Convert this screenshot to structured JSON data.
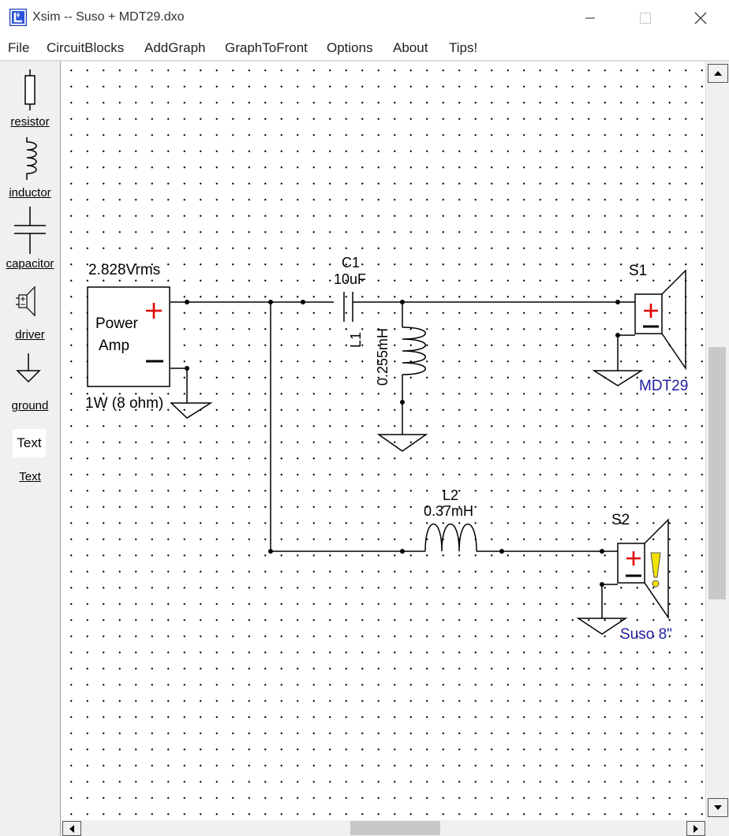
{
  "window": {
    "title": "Xsim -- Suso + MDT29.dxo",
    "minimize_icon": "minimize-icon",
    "maximize_icon": "maximize-icon",
    "close_icon": "close-icon"
  },
  "menu": {
    "items": [
      "File",
      "CircuitBlocks",
      "AddGraph",
      "GraphToFront",
      "Options",
      "About",
      "Tips!"
    ]
  },
  "palette": {
    "items": [
      {
        "label": "resistor",
        "icon": "resistor-icon"
      },
      {
        "label": "inductor",
        "icon": "inductor-icon"
      },
      {
        "label": "capacitor",
        "icon": "capacitor-icon"
      },
      {
        "label": "driver",
        "icon": "driver-icon"
      },
      {
        "label": "ground",
        "icon": "ground-icon"
      },
      {
        "label": "Text",
        "icon": "text-icon",
        "preview": "Text"
      }
    ]
  },
  "circuit": {
    "source": {
      "voltage": "2.828Vrms",
      "name_line1": "Power",
      "name_line2": "Amp",
      "power": "1W (8 ohm)"
    },
    "c1": {
      "ref": "C1",
      "value": "10uF"
    },
    "l1": {
      "ref": "L1",
      "value": "0.255mH"
    },
    "l2": {
      "ref": "L2",
      "value": "0.37mH"
    },
    "s1": {
      "ref": "S1",
      "model": "MDT29"
    },
    "s2": {
      "ref": "S2",
      "model": "Suso 8\""
    },
    "colors": {
      "wire": "#000000",
      "plus": "#e00000",
      "model_text": "#1f1f9f",
      "warning": "#f2e200"
    }
  },
  "scrollbars": {
    "vertical": "vertical-scrollbar",
    "horizontal": "horizontal-scrollbar"
  }
}
